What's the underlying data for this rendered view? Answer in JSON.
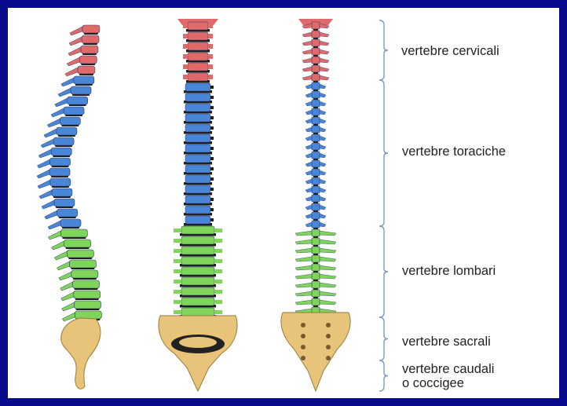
{
  "colors": {
    "border": "#0a0a8c",
    "cervical": "#e06a6a",
    "thoracic": "#4a86d8",
    "lumbar": "#7fd45a",
    "sacral": "#e8c37a",
    "disc": "#1e1e1e",
    "bracket": "#7a9ac8"
  },
  "labels": {
    "cervical": "vertebre cervicali",
    "thoracic": "vertebre toraciche",
    "lumbar": "vertebre lombari",
    "sacral": "vertebre sacrali",
    "coccygeal_line1": "vertebre caudali",
    "coccygeal_line2": "o coccigee"
  },
  "views": [
    "lateral",
    "anterior",
    "posterior"
  ]
}
